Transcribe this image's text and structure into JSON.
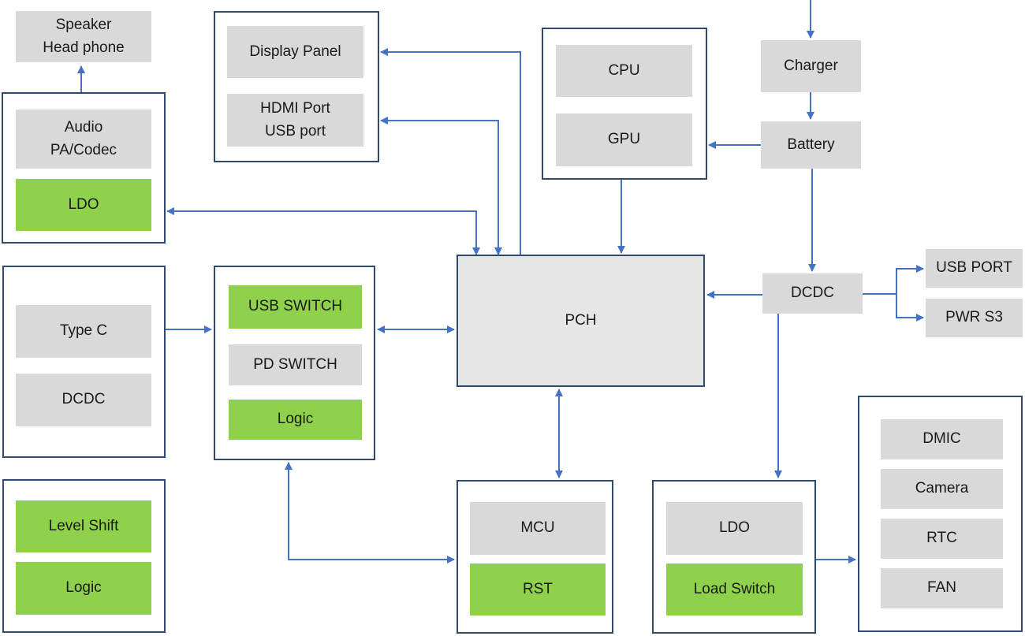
{
  "colors": {
    "frame": "#2f4a6d",
    "gray_block": "#d9d9d9",
    "green_block": "#8fd14a",
    "pch_fill": "#e6e6e6",
    "arrow": "#4472c4"
  },
  "blocks": {
    "speaker": "Speaker\nHead phone",
    "audio": "Audio\nPA/Codec",
    "ldo_audio": "LDO",
    "display_panel": "Display Panel",
    "hdmi_usb": "HDMI Port\nUSB port",
    "cpu": "CPU",
    "gpu": "GPU",
    "charger": "Charger",
    "battery": "Battery",
    "type_c": "Type C",
    "dcdc_left": "DCDC",
    "usb_switch": "USB  SWITCH",
    "pd_switch": "PD SWITCH",
    "logic_mid": "Logic",
    "pch": "PCH",
    "dcdc_right": "DCDC",
    "usb_port": "USB PORT",
    "pwr_s3": "PWR S3",
    "level_shift": "Level Shift",
    "logic_bottom": "Logic",
    "mcu": "MCU",
    "rst": "RST",
    "ldo_bottom": "LDO",
    "load_switch": "Load Switch",
    "dmic": "DMIC",
    "camera": "Camera",
    "rtc": "RTC",
    "fan": "FAN"
  }
}
